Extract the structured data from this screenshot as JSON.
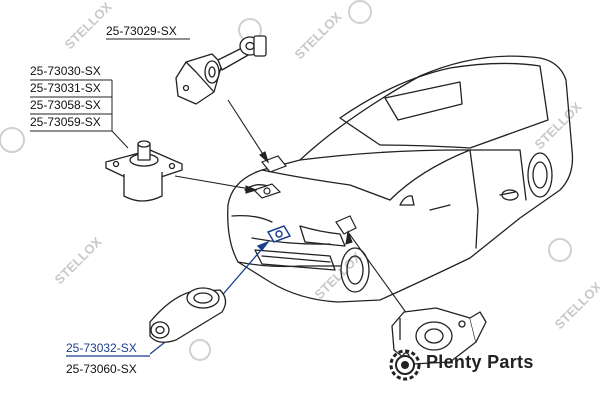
{
  "labels": {
    "top": "25-73029-SX",
    "left_group": [
      "25-73030-SX",
      "25-73031-SX",
      "25-73058-SX",
      "25-73059-SX"
    ],
    "bottom_primary": "25-73032-SX",
    "bottom_secondary": "25-73060-SX"
  },
  "brand": {
    "name": "Plenty Parts",
    "icon": "gear-icon"
  },
  "watermark": {
    "text": "STELLOX"
  },
  "colors": {
    "line": "#222222",
    "highlight": "#1a3f8f",
    "watermark": "#c8c8c8"
  }
}
